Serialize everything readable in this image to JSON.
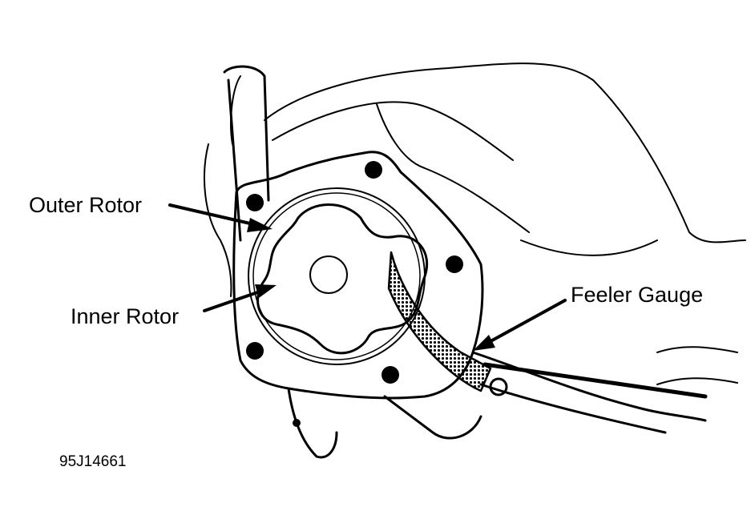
{
  "figure": {
    "title": "Oil pump rotor clearance check",
    "figure_id": "95J14661",
    "colors": {
      "ink": "#000000",
      "paper": "#ffffff"
    }
  },
  "callouts": [
    {
      "id": "outer-rotor",
      "text": "Outer Rotor"
    },
    {
      "id": "inner-rotor",
      "text": "Inner Rotor"
    },
    {
      "id": "feeler-gauge",
      "text": "Feeler Gauge"
    }
  ]
}
